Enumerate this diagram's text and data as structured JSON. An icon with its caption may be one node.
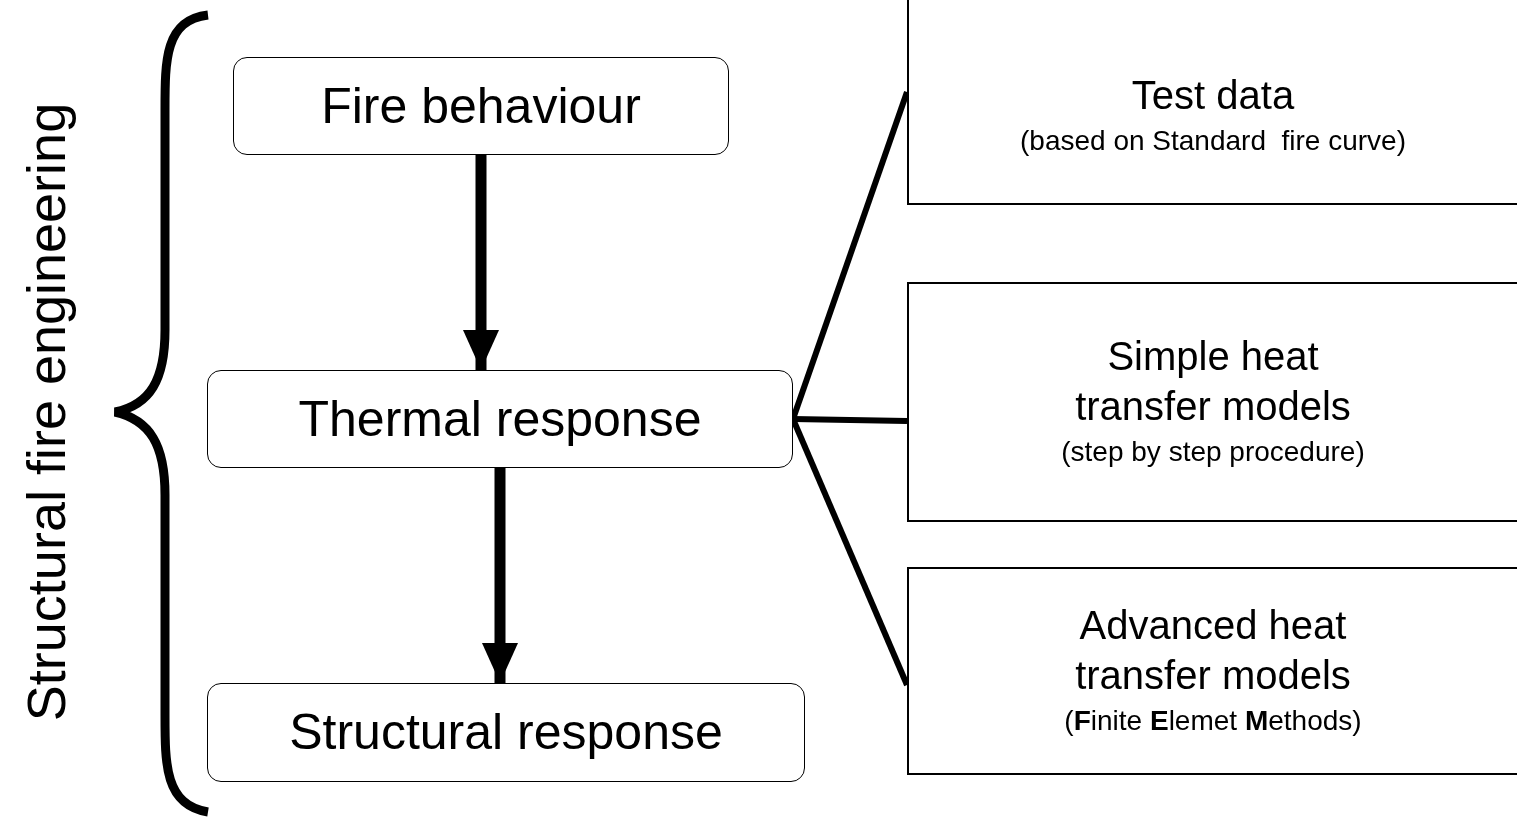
{
  "diagram": {
    "nodes": [
      {
        "text": [
          "Fire behaviour"
        ]
      },
      {
        "text": [
          "Thermal response"
        ]
      },
      {
        "text": [
          "Structural response"
        ]
      },
      {
        "text": [
          "Test data",
          "(based on Standard  fire curve)"
        ]
      },
      {
        "text": [
          "Simple heat transfer models",
          "(step by step procedure)"
        ]
      },
      {
        "text": [
          "Advanced heat transfer models",
          "(**F**inite **E**lemet **M**ethods)"
        ]
      }
    ],
    "edges": [
      {
        "from": 0,
        "to": 1,
        "arrow": "to",
        "style": "thick"
      },
      {
        "from": 1,
        "to": 2,
        "arrow": "to",
        "style": "thick"
      },
      {
        "from": 1,
        "to": 3,
        "arrow": "none"
      },
      {
        "from": 1,
        "to": 4,
        "arrow": "none"
      },
      {
        "from": 1,
        "to": 5,
        "arrow": "none"
      }
    ],
    "labels": [
      "Structural fire engineering"
    ]
  }
}
